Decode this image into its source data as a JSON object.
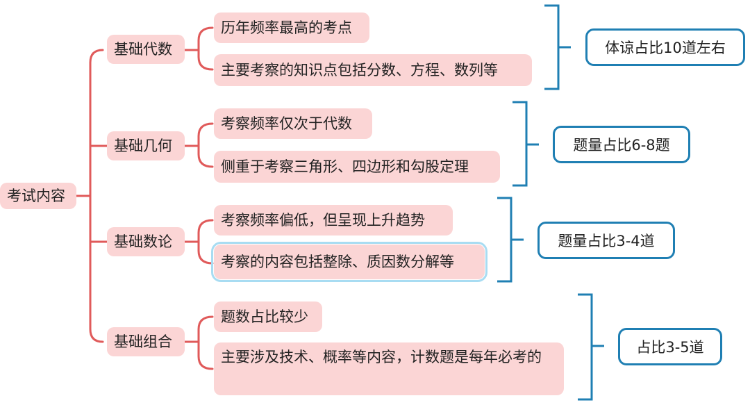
{
  "root": {
    "label": "考试内容"
  },
  "colors": {
    "branch_line": "#e05a5a",
    "node_fill": "#fbd5d5",
    "bracket": "#1f7fb3",
    "selected_outline": "#a8dcf2"
  },
  "branches": [
    {
      "label": "基础代数",
      "items": [
        "历年频率最高的考点",
        "主要考察的知识点包括分数、方程、数列等"
      ],
      "summary": "体谅占比10道左右"
    },
    {
      "label": "基础几何",
      "items": [
        "考察频率仅次于代数",
        "侧重于考察三角形、四边形和勾股定理"
      ],
      "summary": "题量占比6-8题"
    },
    {
      "label": "基础数论",
      "items": [
        "考察频率偏低，但呈现上升趋势",
        "考察的内容包括整除、质因数分解等"
      ],
      "summary": "题量占比3-4道"
    },
    {
      "label": "基础组合",
      "items": [
        "题数占比较少",
        "主要涉及技术、概率等内容，计数题是每年必考的"
      ],
      "summary": "占比3-5道"
    }
  ]
}
